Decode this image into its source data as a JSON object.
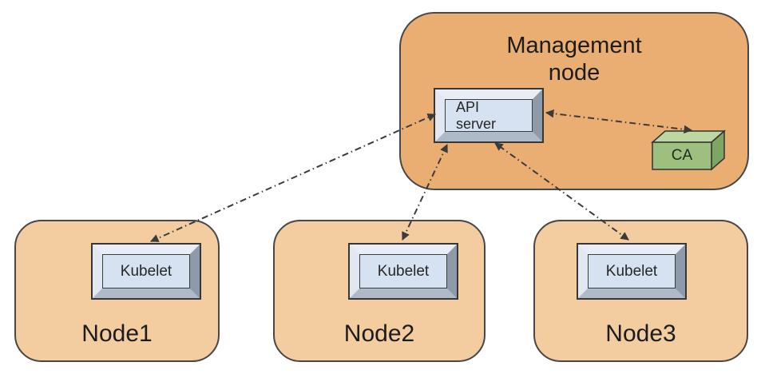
{
  "diagram": {
    "management_node": {
      "title": "Management\nnode",
      "api_server": {
        "label": "API\nserver"
      },
      "ca": {
        "label": "CA"
      }
    },
    "nodes": [
      {
        "label": "Node1",
        "component": "Kubelet"
      },
      {
        "label": "Node2",
        "component": "Kubelet"
      },
      {
        "label": "Node3",
        "component": "Kubelet"
      }
    ],
    "connections": [
      {
        "from": "Kubelet (Node1)",
        "to": "API server",
        "style": "dash-dot",
        "bidirectional": true
      },
      {
        "from": "Kubelet (Node2)",
        "to": "API server",
        "style": "dash-dot",
        "bidirectional": true
      },
      {
        "from": "Kubelet (Node3)",
        "to": "API server",
        "style": "dash-dot",
        "bidirectional": true
      },
      {
        "from": "API server",
        "to": "CA",
        "style": "dash-dot",
        "bidirectional": true
      }
    ],
    "colors": {
      "management_node_fill": "#EAAE72",
      "worker_node_fill": "#F3CCA0",
      "component_panel_fill": "#D6E2F1",
      "bevel_top": "#E9EEF6",
      "bevel_right": "#8E99A9",
      "bevel_bottom": "#AFBAC8",
      "bevel_left": "#E2E8F2",
      "ca_front": "#9DC07F",
      "ca_top": "#BCD7A2",
      "ca_side": "#7EA563",
      "outline": "#474747",
      "connector_color": "#3B3B3B"
    }
  }
}
